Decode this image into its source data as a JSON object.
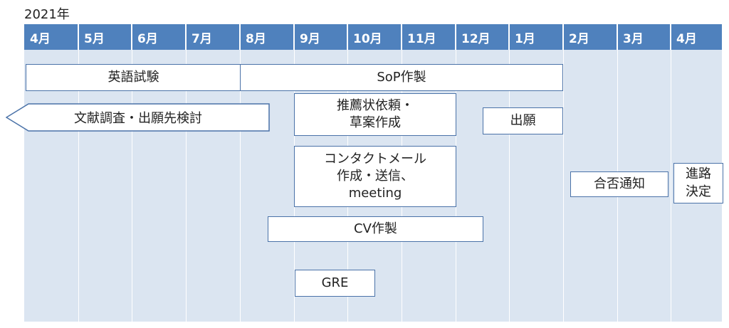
{
  "year_label": "2021年",
  "months": [
    "4月",
    "5月",
    "6月",
    "7月",
    "8月",
    "9月",
    "10月",
    "11月",
    "12月",
    "1月",
    "2月",
    "3月",
    "4月"
  ],
  "tasks": {
    "english_exam": "英語試験",
    "sop": "SoP作製",
    "literature_review": "文献調査・出願先検討",
    "recommendation": "推薦状依頼・\n草案作成",
    "application": "出願",
    "contact_email": "コンタクトメール\n作成・送信、\nmeeting",
    "acceptance": "合否通知",
    "career_decision": "進路\n決定",
    "cv": "CV作製",
    "gre": "GRE"
  },
  "colors": {
    "header": "#4f81bd",
    "background": "#dbe5f1",
    "box_border": "#4a72a8"
  }
}
